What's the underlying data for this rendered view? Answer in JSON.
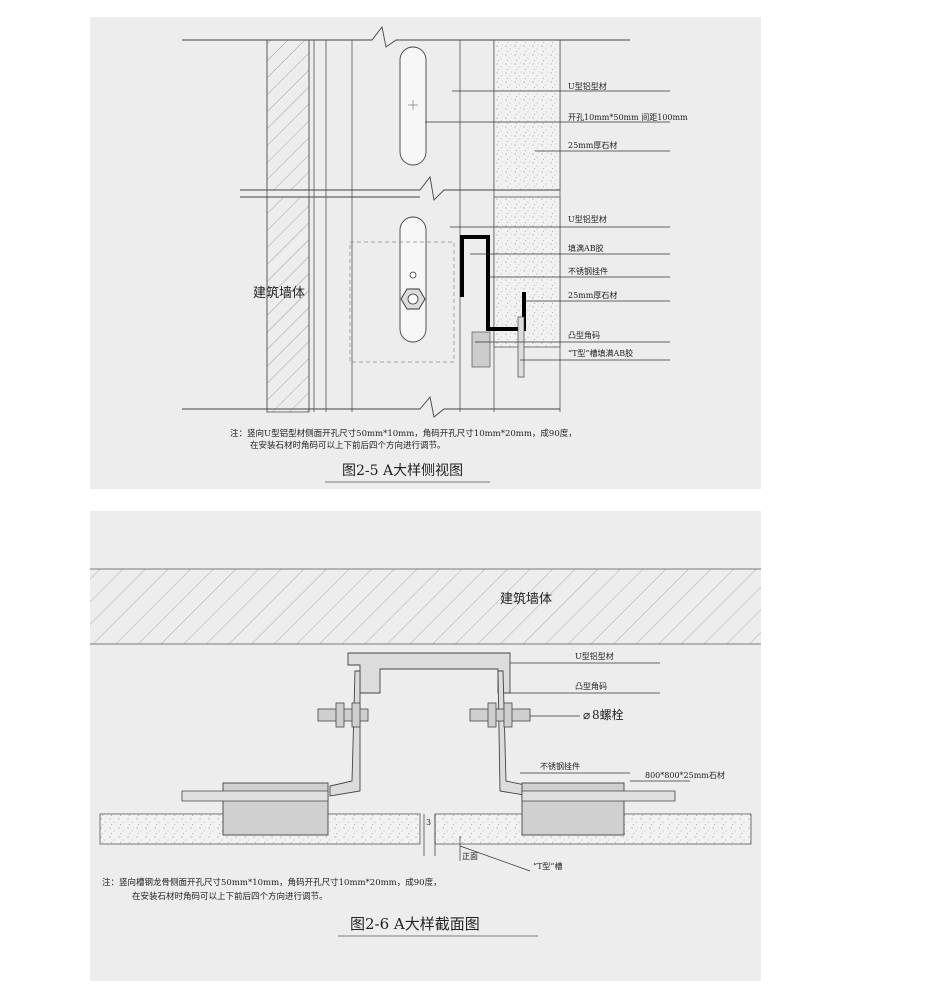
{
  "top_figure": {
    "caption": "图2-5 A大样侧视图",
    "wall_label": "建筑墙体",
    "labels": {
      "u_profile_1": "U型铝型材",
      "hole_spec": "开孔10mm*50mm 间距100mm",
      "stone_1": "25mm厚石材",
      "u_profile_2": "U型铝型材",
      "ab_glue": "填满AB胶",
      "ss_hanger": "不锈钢挂件",
      "stone_2": "25mm厚石材",
      "convex_angle": "凸型角码",
      "t_slot_glue": "“T型”槽填满AB胶"
    },
    "note_line1": "注：竖向U型铝型材侧面开孔尺寸50mm*10mm，角码开孔尺寸10mm*20mm，成90度，",
    "note_line2": "在安装石材时角码可以上下前后四个方向进行调节。"
  },
  "bottom_figure": {
    "caption": "图2-6 A大样截面图",
    "wall_label": "建筑墙体",
    "labels": {
      "u_profile": "U型铝型材",
      "convex_angle": "凸型角码",
      "bolt": "8螺栓",
      "ss_hanger": "不锈钢挂件",
      "stone": "800*800*25mm石材",
      "t_slot": "“T型”槽",
      "front": "正面",
      "gap": "3"
    },
    "note_line1": "注：竖向槽钢龙骨侧面开孔尺寸50mm*10mm，角码开孔尺寸10mm*20mm，成90度，",
    "note_line2": "在安装石材时角码可以上下前后四个方向进行调节。"
  }
}
